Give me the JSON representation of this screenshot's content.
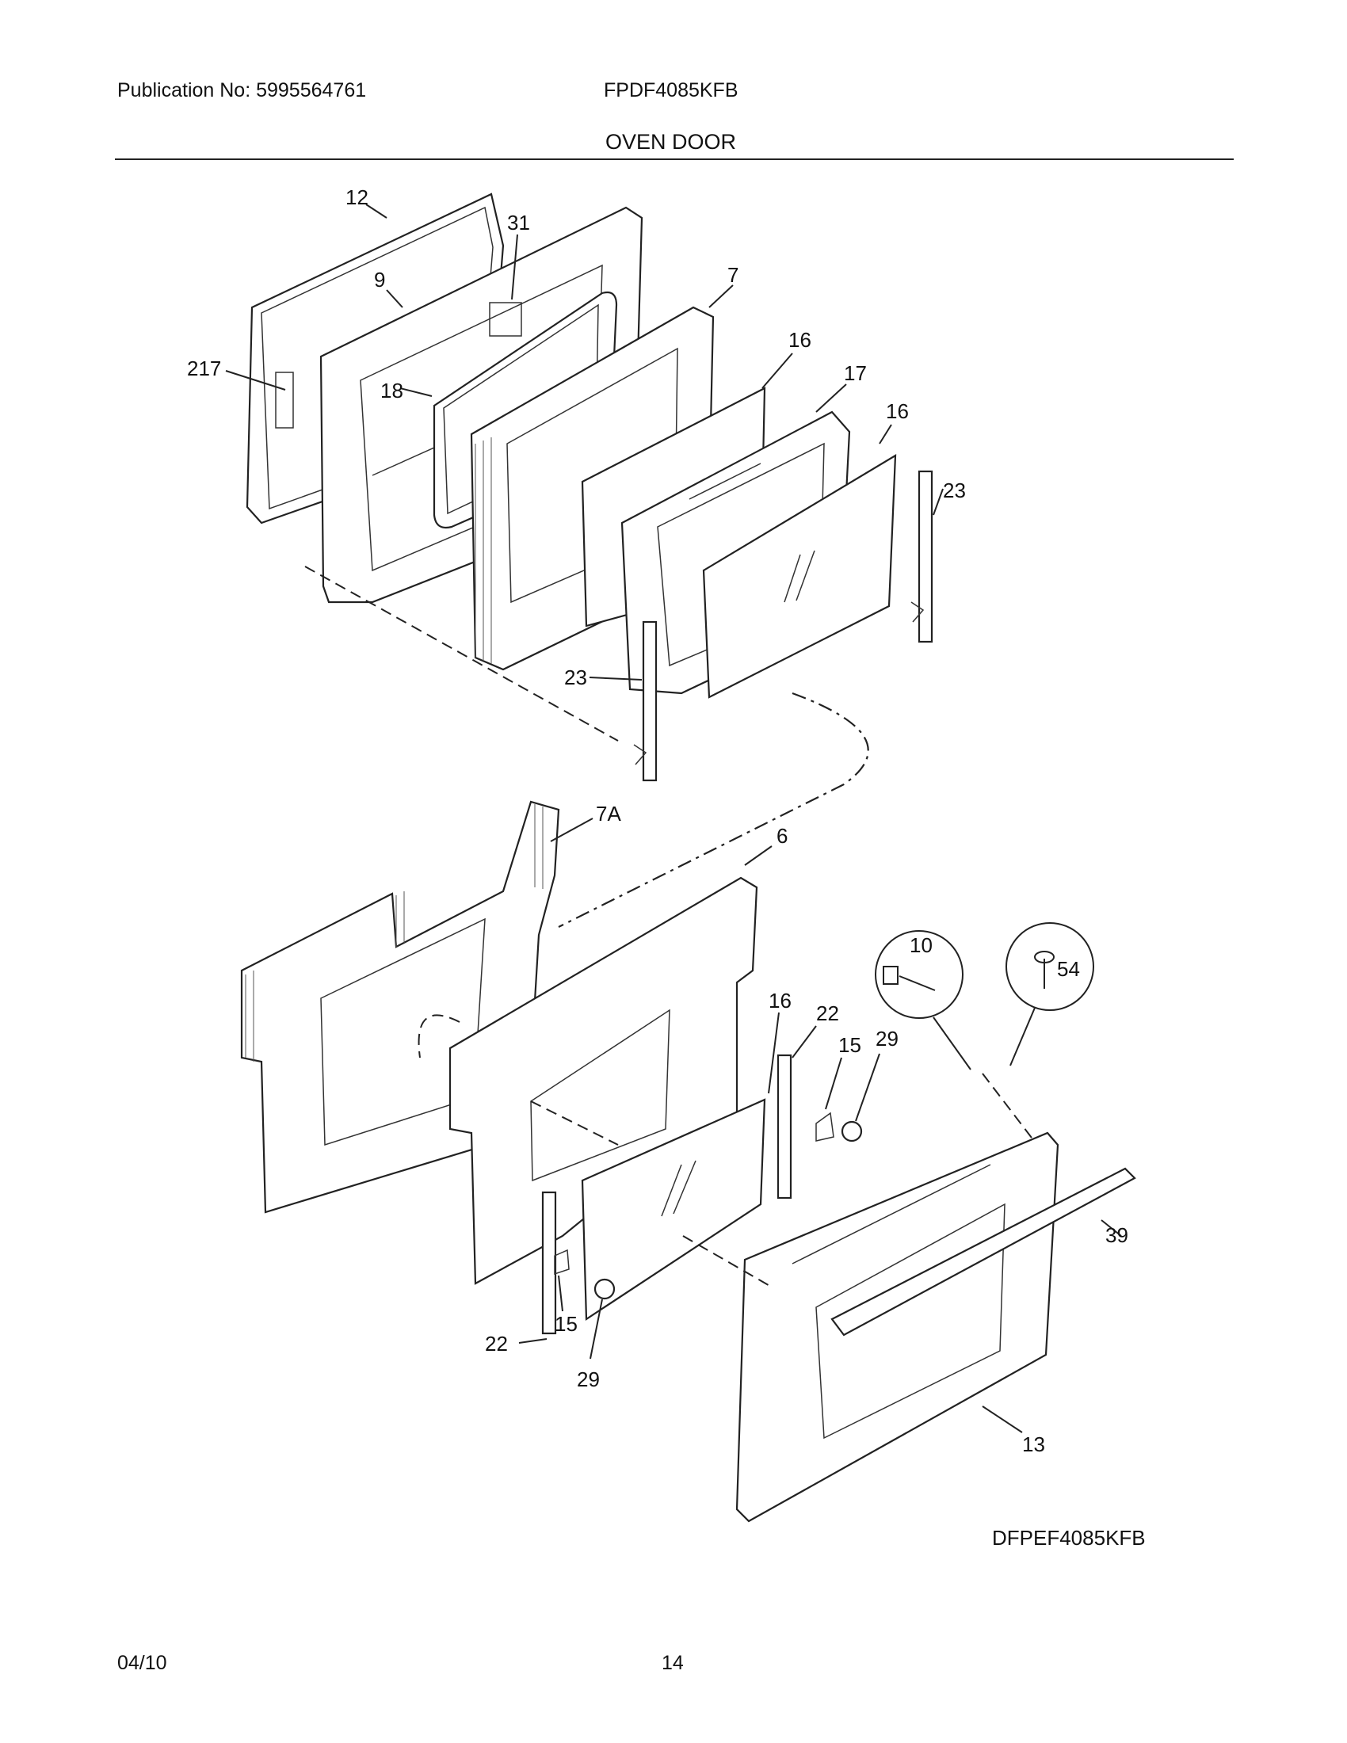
{
  "header": {
    "publication": "Publication No: 5995564761",
    "model": "FPDF4085KFB",
    "section_title": "OVEN DOOR"
  },
  "diagram": {
    "drawing_id": "DFPEF4085KFB",
    "callouts": [
      "12",
      "31",
      "9",
      "7",
      "217",
      "18",
      "16",
      "17",
      "16",
      "23",
      "23",
      "7A",
      "6",
      "10",
      "54",
      "16",
      "22",
      "15",
      "29",
      "39",
      "15",
      "22",
      "29",
      "13"
    ]
  },
  "footer": {
    "date": "04/10",
    "page": "14"
  }
}
